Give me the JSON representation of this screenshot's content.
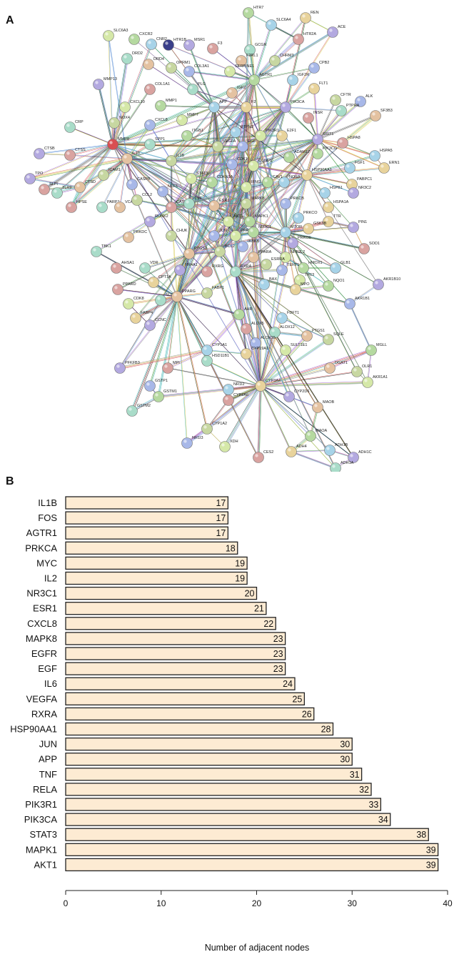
{
  "panels": {
    "a_label": "A",
    "b_label": "B"
  },
  "network": {
    "nodes": [
      "HTR7",
      "SLC6A4",
      "REN",
      "ACE",
      "HTR2A",
      "GCGR",
      "F2RL1",
      "CHRM3",
      "CPB2",
      "SLC6A3",
      "CXCR2",
      "CNR2",
      "HTR1B",
      "MSR1",
      "F3",
      "DRD2",
      "DRD4",
      "OPRM1",
      "COL3A1",
      "SERPINE1",
      "AGTR1",
      "IGF2R",
      "FLT1",
      "MMP13",
      "COL1A1",
      "PLG",
      "IGF2",
      "CFTR",
      "ALK",
      "CXCL10",
      "MMP1",
      "APP",
      "F2",
      "PIK3CA",
      "INSR",
      "PTPRA",
      "SF3B3",
      "NOX4",
      "CXCL8",
      "MMP7",
      "ITGB1",
      "PTPN1",
      "E2F1",
      "SIRT1",
      "HSPA8",
      "CRP",
      "MMP9",
      "VEGFA",
      "EGF",
      "PIK3R1",
      "PIK3CG",
      "HSPA5",
      "ERN1",
      "CTSB",
      "CTSS",
      "SPP1",
      "IL10",
      "IL1B",
      "CDK1",
      "CCND1",
      "ADAM17",
      "FGF1",
      "PABPC1",
      "TPO",
      "SLPI",
      "TLR9",
      "CTSD",
      "ICAM1",
      "CASP8",
      "STAT3",
      "CDKN1A",
      "NOS3",
      "HSP90AA1",
      "NR3C2",
      "HPSE",
      "PARP1",
      "VCAM1",
      "CCL2",
      "NCF1",
      "IFNG",
      "CAV1",
      "HSPB1",
      "HSPA1A",
      "RUNX2",
      "CASP3",
      "TNF",
      "ESR1",
      "MAPK8",
      "PRKCB",
      "AKT1",
      "MAPK1",
      "PRKCO",
      "TTR",
      "PIN1",
      "SOD1",
      "TBK1",
      "PRKDC",
      "CHUK",
      "JUN",
      "PRKCA",
      "NR3C1",
      "MTOR",
      "GSK3B",
      "PRKCE",
      "AHSA1",
      "VDR",
      "PTGS2",
      "BCL2",
      "IKBKB",
      "NFE2L2",
      "HMOX1",
      "GLB1",
      "CPT1A",
      "NR4A1",
      "RXRG",
      "RXRA",
      "PPARA",
      "ESRRA",
      "TERT1",
      "TP63",
      "NQO1",
      "BAX",
      "MPO",
      "AKR1B10",
      "PPARD",
      "SLC2A4",
      "PPARG",
      "FABP1",
      "AKR1B1",
      "CDK8",
      "AHR",
      "FDFT1",
      "FABP4",
      "CCNC",
      "ALOX5",
      "ALOX12",
      "PTGS1",
      "SQLE",
      "ALOX15",
      "SULT1E1",
      "MGLL",
      "CYP1A1",
      "CYP19A1",
      "PFKFB3",
      "MPI",
      "HSD11B1",
      "DGAT1",
      "OLR1",
      "GSTP1",
      "AKR1A1",
      "GSTM1",
      "NR1I2",
      "CYP3A4",
      "CYP2D6",
      "CYP2A6",
      "GSTM2",
      "MAOB",
      "CYP1A2",
      "NR1I3",
      "XDH",
      "MAOA",
      "ADH1B",
      "ADH4",
      "ADH1C",
      "CES2",
      "ADH1A"
    ]
  },
  "chart_data": {
    "type": "bar",
    "orientation": "horizontal",
    "categories": [
      "IL1B",
      "FOS",
      "AGTR1",
      "PRKCA",
      "MYC",
      "IL2",
      "NR3C1",
      "ESR1",
      "CXCL8",
      "MAPK8",
      "EGFR",
      "EGF",
      "IL6",
      "VEGFA",
      "RXRA",
      "HSP90AA1",
      "JUN",
      "APP",
      "TNF",
      "RELA",
      "PIK3R1",
      "PIK3CA",
      "STAT3",
      "MAPK1",
      "AKT1"
    ],
    "values": [
      17,
      17,
      17,
      18,
      19,
      19,
      20,
      21,
      22,
      23,
      23,
      23,
      24,
      25,
      26,
      28,
      30,
      30,
      31,
      32,
      33,
      34,
      38,
      39,
      39
    ],
    "value_labels": [
      "17",
      "17",
      "17",
      "18",
      "19",
      "19",
      "20",
      "21",
      "22",
      "23",
      "23",
      "23",
      "24",
      "25",
      "26",
      "28",
      "30",
      "30",
      "31",
      "32",
      "33",
      "34",
      "38",
      "39",
      "39"
    ],
    "xlabel": "Number of adjacent nodes",
    "ylabel": "",
    "xlim": [
      0,
      40
    ],
    "xticks": [
      0,
      10,
      20,
      30,
      40
    ],
    "xtick_labels": [
      "0",
      "10",
      "20",
      "30",
      "40"
    ],
    "bar_color": "#fdebd3",
    "bar_edge_color": "#222222",
    "grid": false
  }
}
